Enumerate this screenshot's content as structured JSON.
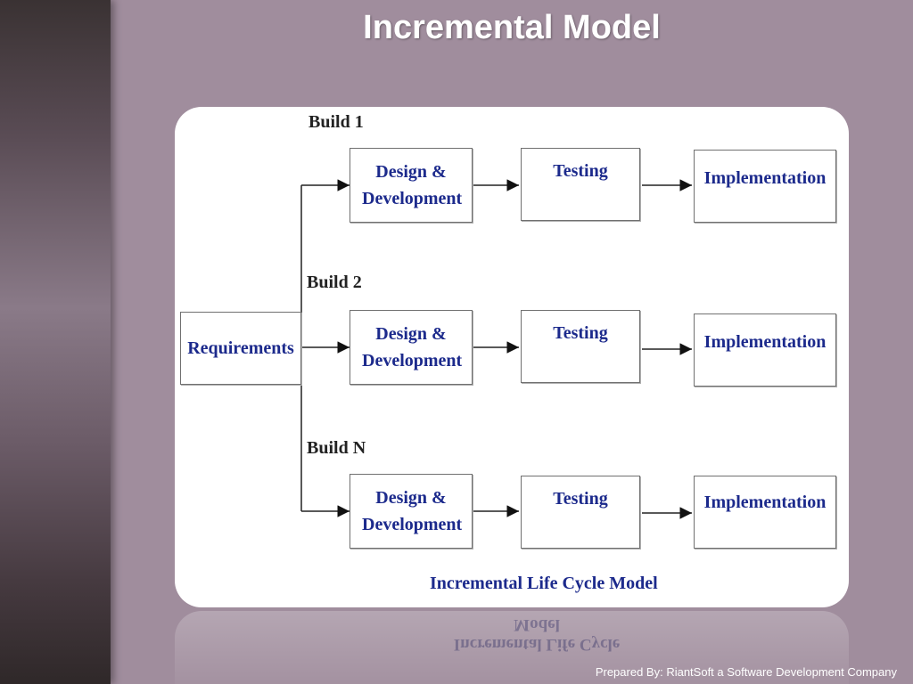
{
  "title": "Incremental Model",
  "diagram": {
    "requirements": "Requirements",
    "builds": [
      {
        "label": "Build 1",
        "steps": [
          "Design & Development",
          "Testing",
          "Implementation"
        ]
      },
      {
        "label": "Build 2",
        "steps": [
          "Design & Development",
          "Testing",
          "Implementation"
        ]
      },
      {
        "label": "Build N",
        "steps": [
          "Design & Development",
          "Testing",
          "Implementation"
        ]
      }
    ],
    "caption": "Incremental Life Cycle Model"
  },
  "footer": "Prepared By: RiantSoft a Software Development Company"
}
